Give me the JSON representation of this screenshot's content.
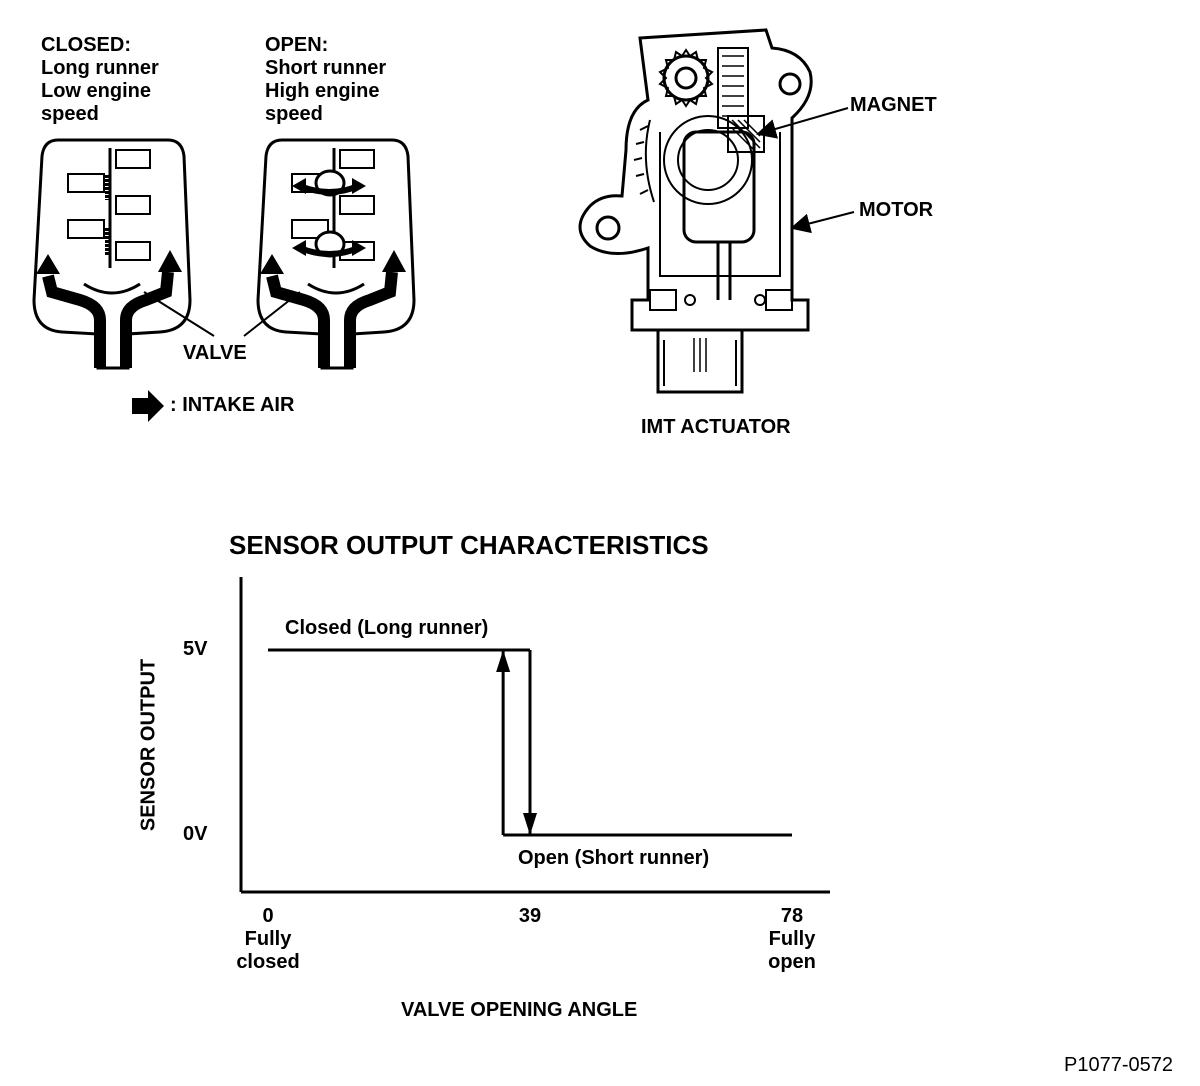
{
  "runner_diagram": {
    "closed": {
      "line1": "CLOSED:",
      "line2": "Long runner",
      "line3": "Low engine",
      "line4": "speed"
    },
    "open": {
      "line1": "OPEN:",
      "line2": "Short runner",
      "line3": "High engine",
      "line4": "speed"
    },
    "valve_label": "VALVE",
    "legend_label": ": INTAKE AIR"
  },
  "actuator": {
    "magnet_label": "MAGNET",
    "motor_label": "MOTOR",
    "caption": "IMT ACTUATOR"
  },
  "chart_data": {
    "type": "line",
    "title": "SENSOR OUTPUT CHARACTERISTICS",
    "xlabel": "VALVE OPENING ANGLE",
    "ylabel": "SENSOR OUTPUT",
    "x_ticks": [
      {
        "value": 0,
        "label": "0",
        "sublabel1": "Fully",
        "sublabel2": "closed"
      },
      {
        "value": 39,
        "label": "39",
        "sublabel1": "",
        "sublabel2": ""
      },
      {
        "value": 78,
        "label": "78",
        "sublabel1": "Fully",
        "sublabel2": "open"
      }
    ],
    "y_ticks": [
      {
        "value": 5,
        "label": "5V"
      },
      {
        "value": 0,
        "label": "0V"
      }
    ],
    "series": [
      {
        "name": "Closed (Long runner)",
        "points": [
          [
            0,
            5
          ],
          [
            39,
            5
          ],
          [
            39,
            0
          ]
        ]
      },
      {
        "name": "Open (Short runner)",
        "points": [
          [
            35,
            5
          ],
          [
            35,
            0
          ],
          [
            78,
            0
          ]
        ]
      }
    ]
  },
  "figure_code": "P1077-0572"
}
